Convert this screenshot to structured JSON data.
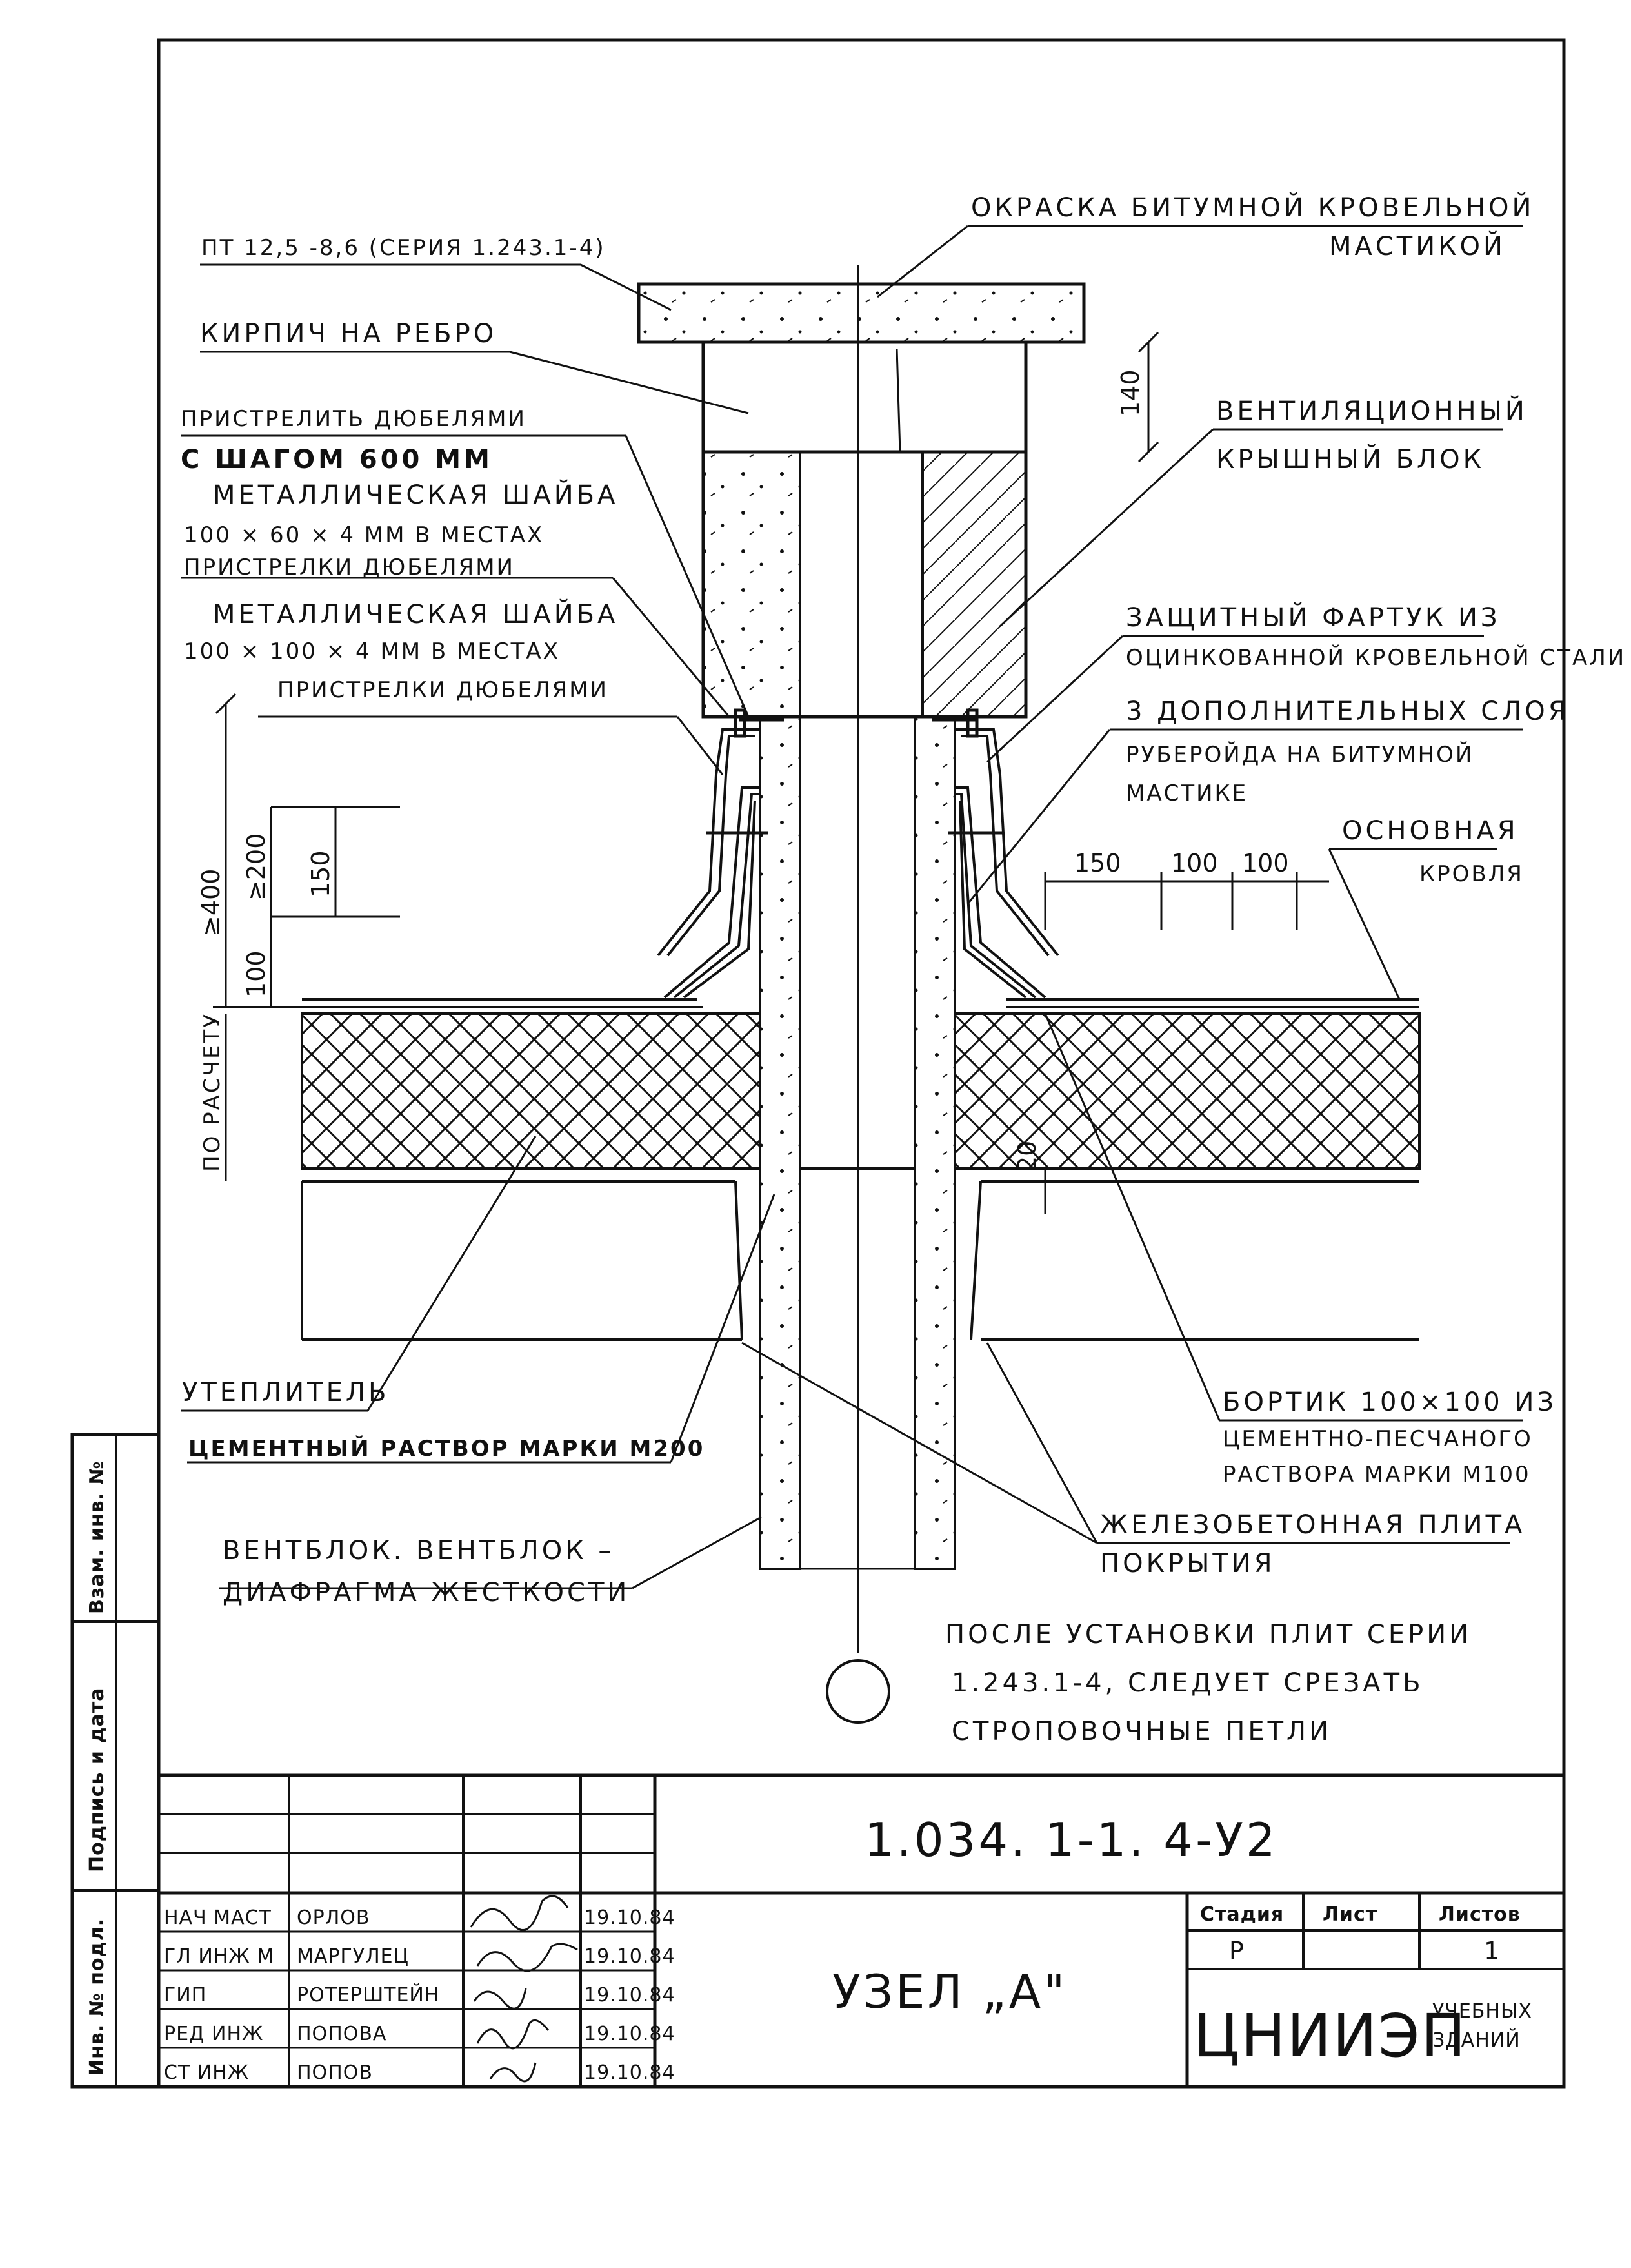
{
  "labels": {
    "top_slab": "ПТ 12,5 -8,6 (СЕРИЯ 1.243.1-4)",
    "paint_1": "ОКРАСКА БИТУМНОЙ КРОВЕЛЬНОЙ",
    "paint_2": "МАСТИКОЙ",
    "brick": "КИРПИЧ НА РЕБРО",
    "dowel_1": "ПРИСТРЕЛИТЬ ДЮБЕЛЯМИ",
    "dowel_2": "С ШАГОМ 600 ММ",
    "washer1_1": "МЕТАЛЛИЧЕСКАЯ ШАЙБА",
    "washer1_2": "100 × 60 × 4 ММ В МЕСТАХ",
    "washer1_3": "ПРИСТРЕЛКИ ДЮБЕЛЯМИ",
    "washer2_1": "МЕТАЛЛИЧЕСКАЯ ШАЙБА",
    "washer2_2": "100 × 100 × 4 ММ В МЕСТАХ",
    "washer2_3": "ПРИСТРЕЛКИ ДЮБЕЛЯМИ",
    "vent_1": "ВЕНТИЛЯЦИОННЫЙ",
    "vent_2": "КРЫШНЫЙ БЛОК",
    "apron_1": "ЗАЩИТНЫЙ ФАРТУК ИЗ",
    "apron_2": "ОЦИНКОВАННОЙ КРОВЕЛЬНОЙ СТАЛИ",
    "layers_1": "3 ДОПОЛНИТЕЛЬНЫХ СЛОЯ",
    "layers_2": "РУБЕРОЙДА НА БИТУМНОЙ",
    "layers_3": "МАСТИКЕ",
    "roof_1": "ОСНОВНАЯ",
    "roof_2": "КРОВЛЯ",
    "insulation": "УТЕПЛИТЕЛЬ",
    "mortar": "ЦЕМЕНТНЫЙ РАСТВОР МАРКИ М200",
    "curb_1": "БОРТИК 100×100 ИЗ",
    "curb_2": "ЦЕМЕНТНО-ПЕСЧАНОГО",
    "curb_3": "РАСТВОРА МАРКИ М100",
    "ventblock_1": "ВЕНТБЛОК. ВЕНТБЛОК –",
    "ventblock_2": "ДИАФРАГМА ЖЕСТКОСТИ",
    "slab_1": "ЖЕЛЕЗОБЕТОННАЯ ПЛИТА",
    "slab_2": "ПОКРЫТИЯ",
    "note_1": "ПОСЛЕ УСТАНОВКИ ПЛИТ СЕРИИ",
    "note_2": "1.243.1-4, СЛЕДУЕТ СРЕЗАТЬ",
    "note_3": "СТРОПОВОЧНЫЕ ПЕТЛИ"
  },
  "dimensions": {
    "d140": "140",
    "d400": "≥400",
    "d200": "≥200",
    "d150v": "150",
    "d100v": "100",
    "calc": "ПО РАСЧЕТУ",
    "d150h": "150",
    "d100a": "100",
    "d100b": "100",
    "d20": "20"
  },
  "side_stamp": {
    "vzam": "Взам. инв. №",
    "podpis": "Подпись и дата",
    "inv": "Инв. № подл."
  },
  "title_block": {
    "doc_code": "1.034. 1-1. 4-У2",
    "title": "УЗЕЛ „А\"",
    "stage_header": "Стадия",
    "sheet_header": "Лист",
    "sheets_header": "Листов",
    "stage": "Р",
    "sheet": "",
    "sheets": "1",
    "org": "ЦНИИЭП",
    "org_sub_1": "УЧЕБНЫХ",
    "org_sub_2": "ЗДАНИЙ",
    "signers": [
      {
        "role": "НАЧ МАСТ",
        "name": "ОРЛОВ",
        "date": "19.10.84"
      },
      {
        "role": "ГЛ ИНЖ М",
        "name": "МАРГУЛЕЦ",
        "date": "19.10.84"
      },
      {
        "role": "ГИП",
        "name": "РОТЕРШТЕЙН",
        "date": "19.10.84"
      },
      {
        "role": "РЕД ИНЖ",
        "name": "ПОПОВА",
        "date": "19.10.84"
      },
      {
        "role": "СТ ИНЖ",
        "name": "ПОПОВ",
        "date": "19.10.84"
      }
    ]
  }
}
